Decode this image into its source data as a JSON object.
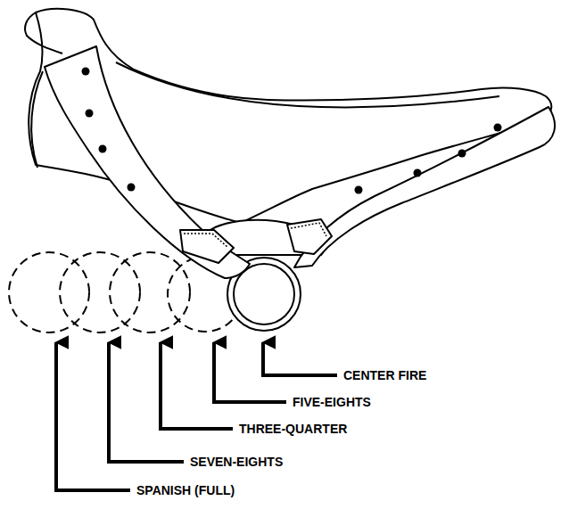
{
  "diagram": {
    "labels": [
      "CENTER FIRE",
      "FIVE-EIGHTS",
      "THREE-QUARTER",
      "SEVEN-EIGHTS",
      "SPANISH (FULL)"
    ]
  }
}
